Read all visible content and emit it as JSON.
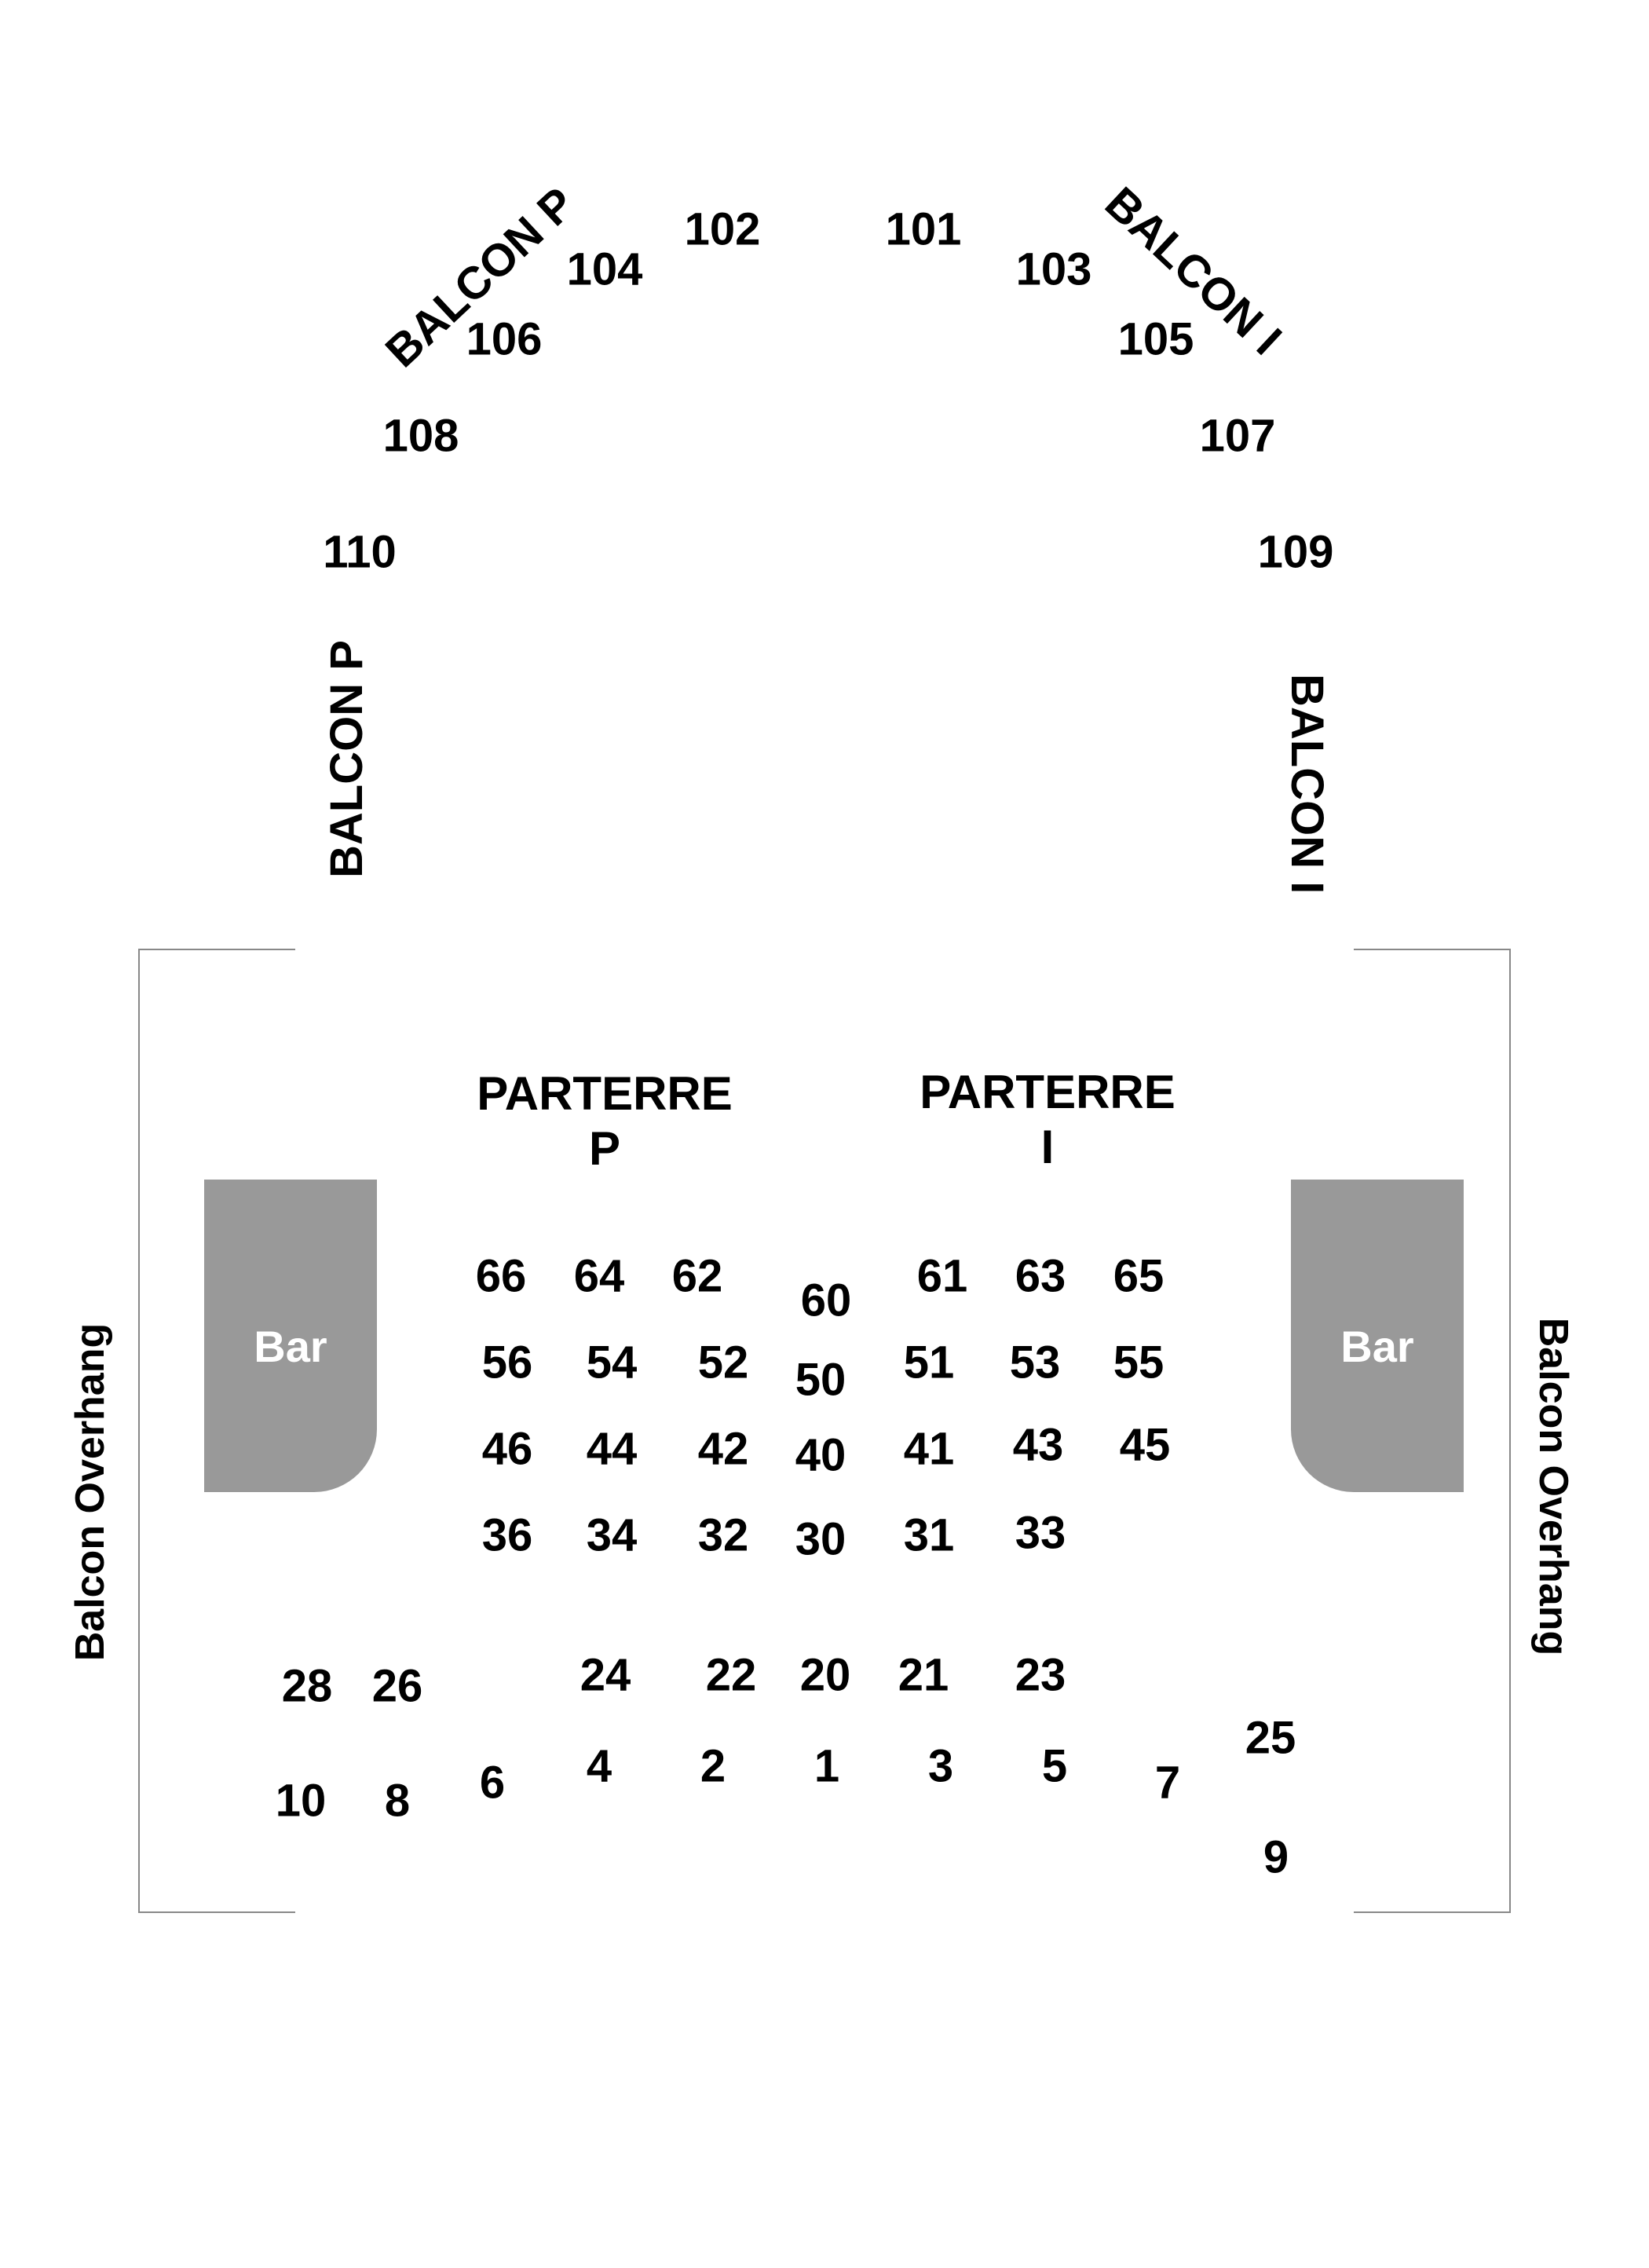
{
  "balcony": {
    "left_arc_label": "BALCON P",
    "right_arc_label": "BALCON I",
    "left_side_label": "BALCON P",
    "right_side_label": "BALCON I",
    "tables": [
      "101",
      "102",
      "103",
      "104",
      "105",
      "106",
      "107",
      "108",
      "109",
      "110"
    ]
  },
  "floor": {
    "parterre_left": {
      "line1": "PARTERRE",
      "line2": "P"
    },
    "parterre_right": {
      "line1": "PARTERRE",
      "line2": "I"
    },
    "bar_left": "Bar",
    "bar_right": "Bar",
    "overhang_left": "Balcon Overhang",
    "overhang_right": "Balcon Overhang",
    "tables": [
      "66",
      "64",
      "62",
      "60",
      "61",
      "63",
      "65",
      "56",
      "54",
      "52",
      "50",
      "51",
      "53",
      "55",
      "46",
      "44",
      "42",
      "40",
      "41",
      "43",
      "45",
      "36",
      "34",
      "32",
      "30",
      "31",
      "33",
      "28",
      "26",
      "24",
      "22",
      "20",
      "21",
      "23",
      "25",
      "10",
      "8",
      "6",
      "4",
      "2",
      "1",
      "3",
      "5",
      "7",
      "9"
    ]
  }
}
